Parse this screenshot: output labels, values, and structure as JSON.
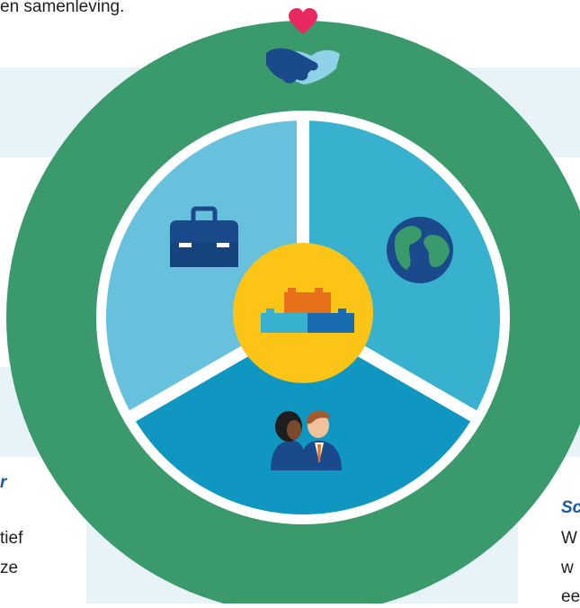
{
  "top_text": "en samenleving.",
  "left_block": {
    "heading_fragment": "r",
    "line1": "tief",
    "line2": "ze"
  },
  "right_block": {
    "heading_fragment": "Sc",
    "line1": "W",
    "line2": "w",
    "line3": "ee"
  },
  "colors": {
    "outer_ring": "#3a9a6c",
    "background_panel": "#e8f3f8",
    "segment_left": "#67c1dc",
    "segment_right": "#37b1cd",
    "segment_bottom": "#0f97c1",
    "center": "#fbc416",
    "heart": "#e8295f",
    "navy": "#1a4a8c"
  },
  "icons": [
    "heart-icon",
    "handshake-icon",
    "briefcase-icon",
    "globe-icon",
    "building-blocks-icon",
    "people-icon"
  ]
}
